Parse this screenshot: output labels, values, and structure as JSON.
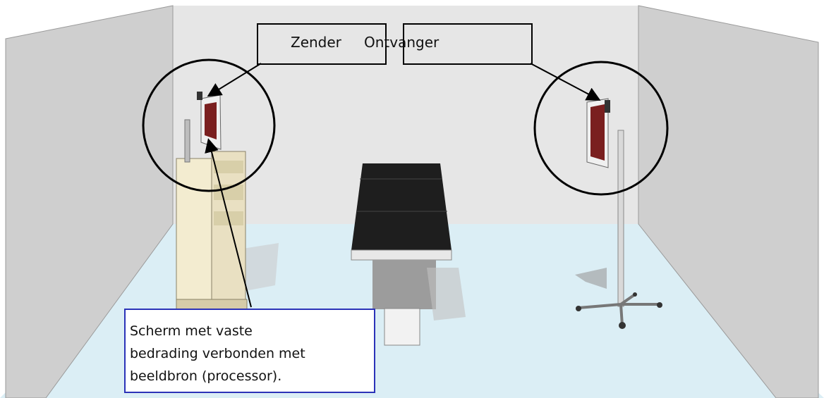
{
  "labels": {
    "zender": "Zender",
    "ontvanger": "Ontvanger",
    "info": "Scherm met vaste\nbedrading verbonden met\nbeeldbron (processor)."
  },
  "colors": {
    "info_box_border": "#2b32b8",
    "wall_back": "#e3e3e3",
    "wall_side": "#c9c9c9",
    "floor": "#dbeef5",
    "table_top": "#1e1e1e",
    "screen_content": "#7a1f1f"
  }
}
